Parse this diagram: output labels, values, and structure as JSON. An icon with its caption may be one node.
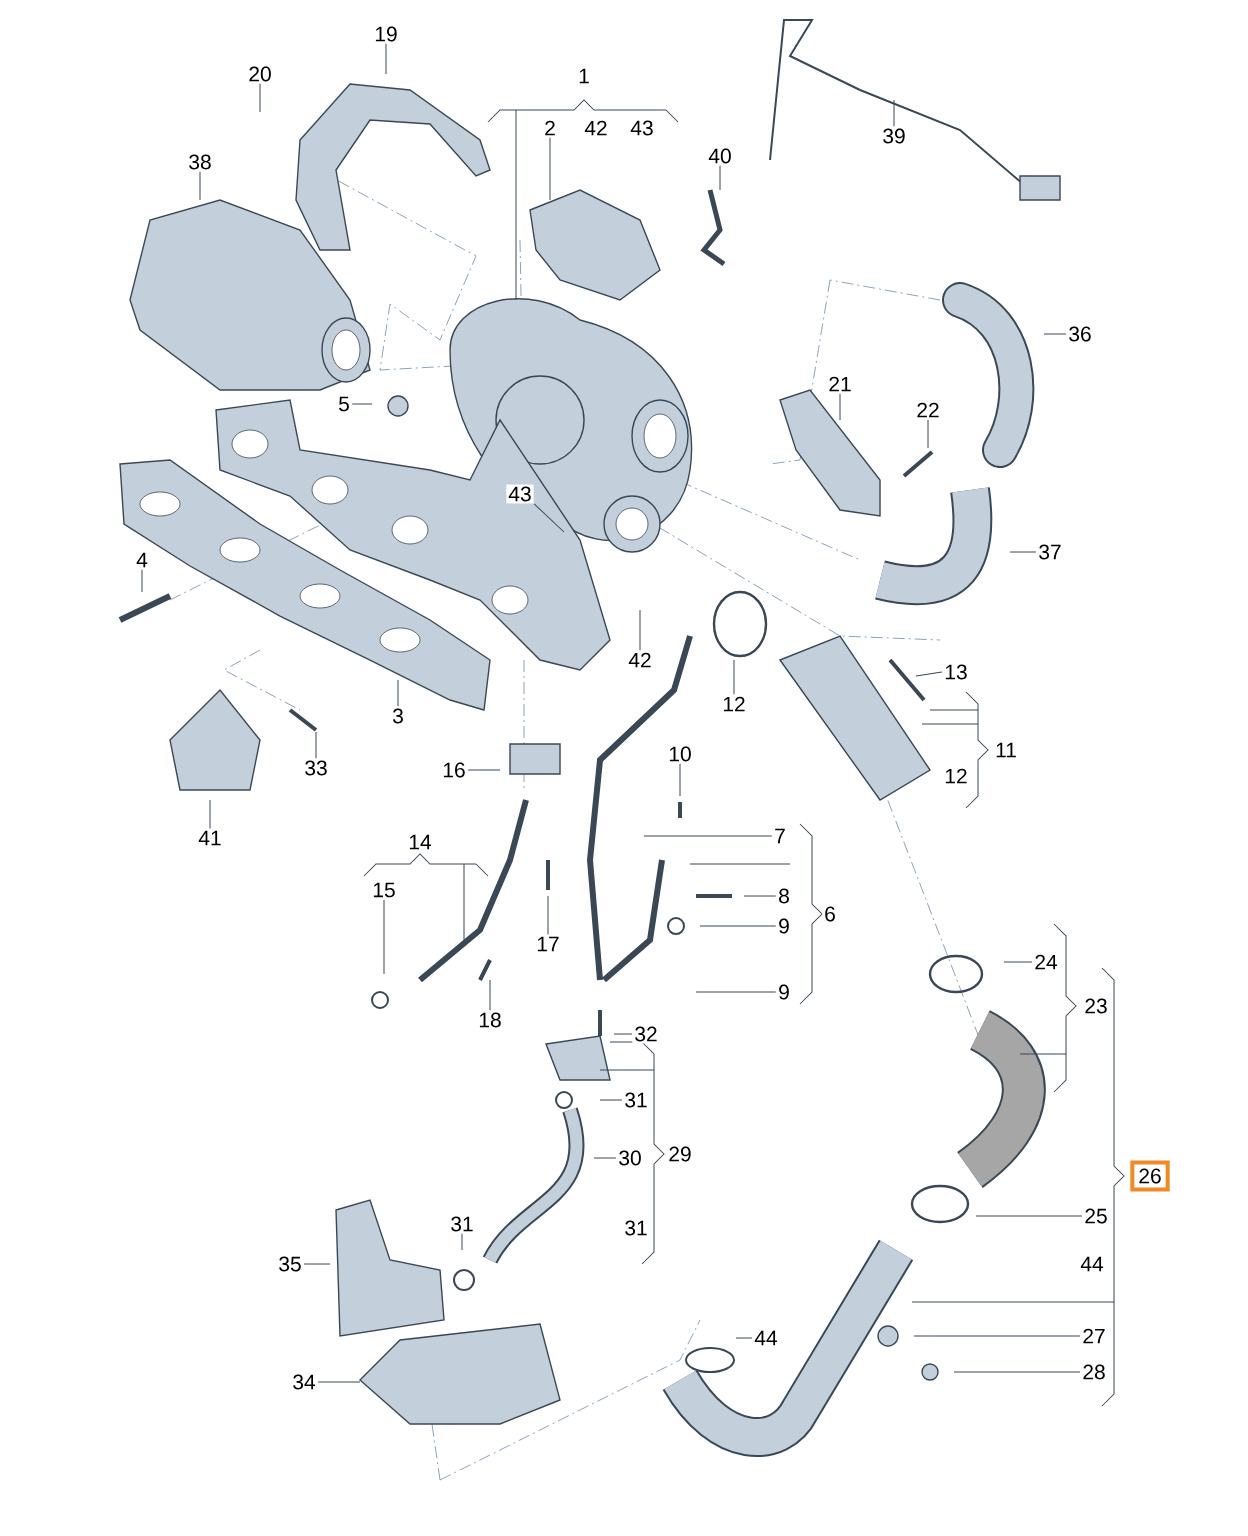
{
  "diagram": {
    "nodes": [
      {
        "text": [
          "19"
        ]
      },
      {
        "text": [
          "20"
        ]
      },
      {
        "text": [
          "38"
        ]
      },
      {
        "text": [
          "1"
        ]
      },
      {
        "text": [
          "2"
        ]
      },
      {
        "text": [
          "42"
        ]
      },
      {
        "text": [
          "43"
        ]
      },
      {
        "text": [
          "40"
        ]
      },
      {
        "text": [
          "39"
        ]
      },
      {
        "text": [
          "5"
        ]
      },
      {
        "text": [
          "36"
        ]
      },
      {
        "text": [
          "21"
        ]
      },
      {
        "text": [
          "22"
        ]
      },
      {
        "text": [
          "4"
        ]
      },
      {
        "text": [
          "43"
        ]
      },
      {
        "text": [
          "37"
        ]
      },
      {
        "text": [
          "42"
        ]
      },
      {
        "text": [
          "12"
        ]
      },
      {
        "text": [
          "13"
        ]
      },
      {
        "text": [
          "3"
        ]
      },
      {
        "text": [
          "33"
        ]
      },
      {
        "text": [
          "41"
        ]
      },
      {
        "text": [
          "16"
        ]
      },
      {
        "text": [
          "11"
        ]
      },
      {
        "text": [
          "12"
        ]
      },
      {
        "text": [
          "10"
        ]
      },
      {
        "text": [
          "14"
        ]
      },
      {
        "text": [
          "15"
        ]
      },
      {
        "text": [
          "7"
        ]
      },
      {
        "text": [
          "17"
        ]
      },
      {
        "text": [
          "8"
        ]
      },
      {
        "text": [
          "9"
        ]
      },
      {
        "text": [
          "6"
        ]
      },
      {
        "text": [
          "18"
        ]
      },
      {
        "text": [
          "9"
        ]
      },
      {
        "text": [
          "32"
        ]
      },
      {
        "text": [
          "31"
        ]
      },
      {
        "text": [
          "29"
        ]
      },
      {
        "text": [
          "30"
        ]
      },
      {
        "text": [
          "31"
        ]
      },
      {
        "text": [
          "24"
        ]
      },
      {
        "text": [
          "23"
        ]
      },
      {
        "text": [
          "35"
        ]
      },
      {
        "text": [
          "31"
        ]
      },
      {
        "text": [
          "26"
        ]
      },
      {
        "text": [
          "25"
        ]
      },
      {
        "text": [
          "44"
        ]
      },
      {
        "text": [
          "44"
        ]
      },
      {
        "text": [
          "27"
        ]
      },
      {
        "text": [
          "34"
        ]
      },
      {
        "text": [
          "28"
        ]
      }
    ],
    "edges": [
      {
        "from": 0,
        "to": null,
        "arrow": "none"
      },
      {
        "from": 1,
        "to": null,
        "arrow": "none"
      },
      {
        "from": 2,
        "to": null,
        "arrow": "none"
      },
      {
        "from": 4,
        "to": null,
        "arrow": "none"
      },
      {
        "from": 7,
        "to": null,
        "arrow": "none"
      },
      {
        "from": 8,
        "to": null,
        "arrow": "none"
      },
      {
        "from": 9,
        "to": null,
        "arrow": "none"
      },
      {
        "from": 10,
        "to": null,
        "arrow": "none"
      },
      {
        "from": 11,
        "to": null,
        "arrow": "none"
      },
      {
        "from": 12,
        "to": null,
        "arrow": "none"
      },
      {
        "from": 13,
        "to": null,
        "arrow": "none"
      },
      {
        "from": 14,
        "to": null,
        "arrow": "none"
      },
      {
        "from": 15,
        "to": null,
        "arrow": "none"
      },
      {
        "from": 16,
        "to": null,
        "arrow": "none"
      },
      {
        "from": 17,
        "to": null,
        "arrow": "none"
      },
      {
        "from": 18,
        "to": null,
        "arrow": "none"
      },
      {
        "from": 19,
        "to": null,
        "arrow": "none"
      },
      {
        "from": 20,
        "to": null,
        "arrow": "none"
      },
      {
        "from": 21,
        "to": null,
        "arrow": "none"
      },
      {
        "from": 22,
        "to": null,
        "arrow": "none"
      },
      {
        "from": 25,
        "to": null,
        "arrow": "none"
      },
      {
        "from": 27,
        "to": null,
        "arrow": "none"
      },
      {
        "from": 28,
        "to": null,
        "arrow": "none"
      },
      {
        "from": 29,
        "to": null,
        "arrow": "none"
      },
      {
        "from": 30,
        "to": null,
        "arrow": "none"
      },
      {
        "from": 31,
        "to": null,
        "arrow": "none"
      },
      {
        "from": 33,
        "to": null,
        "arrow": "none"
      },
      {
        "from": 34,
        "to": null,
        "arrow": "none"
      },
      {
        "from": 35,
        "to": null,
        "arrow": "none"
      },
      {
        "from": 36,
        "to": null,
        "arrow": "none"
      },
      {
        "from": 38,
        "to": null,
        "arrow": "none"
      },
      {
        "from": 40,
        "to": null,
        "arrow": "none"
      },
      {
        "from": 42,
        "to": null,
        "arrow": "none"
      },
      {
        "from": 43,
        "to": null,
        "arrow": "none"
      },
      {
        "from": 45,
        "to": null,
        "arrow": "none"
      },
      {
        "from": 47,
        "to": null,
        "arrow": "none"
      },
      {
        "from": 48,
        "to": null,
        "arrow": "none"
      },
      {
        "from": 49,
        "to": null,
        "arrow": "none"
      },
      {
        "from": 50,
        "to": null,
        "arrow": "none"
      }
    ]
  }
}
